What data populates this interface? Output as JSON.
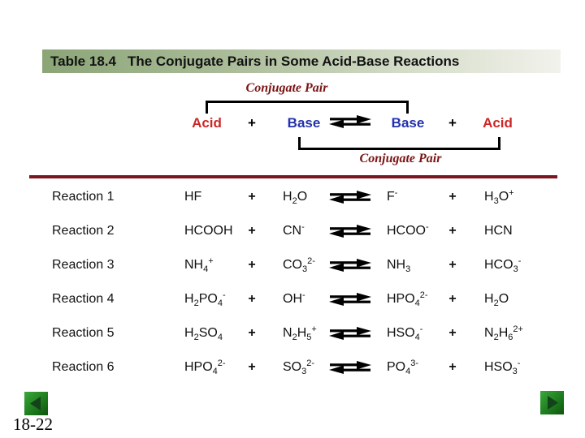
{
  "title_bar": {
    "label": "Table 18.4",
    "title": "The Conjugate Pairs in Some Acid-Base Reactions"
  },
  "conjugate_pair_top": "Conjugate Pair",
  "conjugate_pair_bottom": "Conjugate Pair",
  "header": {
    "acid_left": "Acid",
    "plus_left": "+",
    "base_left": "Base",
    "base_right": "Base",
    "plus_right": "+",
    "acid_right": "Acid"
  },
  "table": {
    "rows": [
      {
        "label": "Reaction 1",
        "acid": "HF",
        "plus": "+",
        "base": "H_2O",
        "base2": "F^-",
        "acid2": "H_3O^+"
      },
      {
        "label": "Reaction 2",
        "acid": "HCOOH",
        "plus": "+",
        "base": "CN^-",
        "base2": "HCOO^-",
        "acid2": "HCN"
      },
      {
        "label": "Reaction 3",
        "acid": "NH_4^+",
        "plus": "+",
        "base": "CO_3^2-",
        "base2": "NH_3",
        "acid2": "HCO_3^-"
      },
      {
        "label": "Reaction 4",
        "acid": "H_2PO_4^-",
        "plus": "+",
        "base": "OH^-",
        "base2": "HPO_4^2-",
        "acid2": "H_2O"
      },
      {
        "label": "Reaction 5",
        "acid": "H_2SO_4",
        "plus": "+",
        "base": "N_2H_5^+",
        "base2": "HSO_4^-",
        "acid2": "N_2H_6^2+"
      },
      {
        "label": "Reaction 6",
        "acid": "HPO_4^2-",
        "plus": "+",
        "base": "SO_3^2-",
        "base2": "PO_4^3-",
        "acid2": "HSO_3^-"
      }
    ]
  },
  "footer": {
    "page_number": "18-22"
  },
  "icons": {
    "equilibrium": "equilibrium-arrows-icon",
    "back": "back-arrow-icon",
    "forward": "forward-arrow-icon"
  },
  "colors": {
    "acid_red": "#cc2626",
    "base_blue": "#2431ad",
    "maroon_label": "#7a1414",
    "maroon_rule": "#7b1520",
    "title_gradient_left": "#8ba577",
    "nav_green": "#1e7d1e"
  }
}
